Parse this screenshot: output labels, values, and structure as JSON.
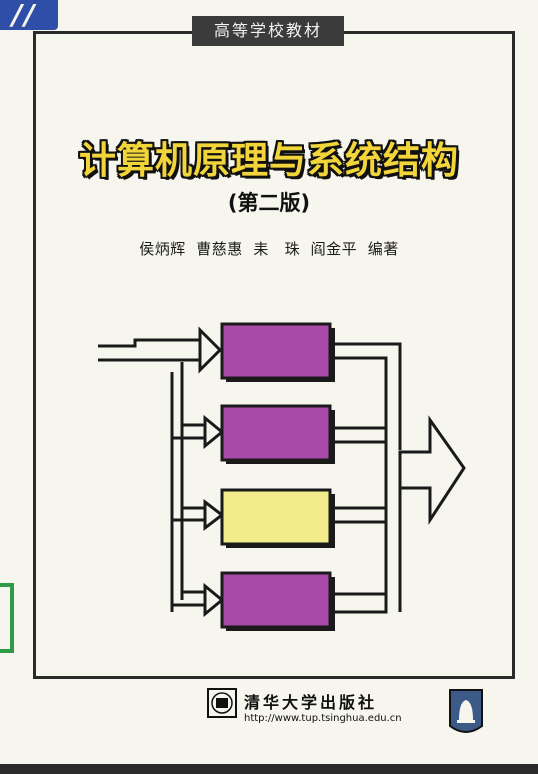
{
  "cover": {
    "series_label": "高等学校教材",
    "title": "计算机原理与系统结构",
    "edition": "(第二版)",
    "authors": "侯炳辉  曹慈惠  耒   珠  阎金平  编著",
    "publisher_name": "清华大学出版社",
    "publisher_url": "http://www.tup.tsinghua.edu.cn",
    "spine_mark": "//"
  },
  "colors": {
    "title_fill": "#f1d53a",
    "purple_block": "#a84ba8",
    "yellow_block": "#f3ec8a",
    "spine_blue": "#2f4ea8",
    "bracket_green": "#2f9a4a"
  },
  "diagram": {
    "blocks": [
      "purple",
      "purple",
      "yellow",
      "purple"
    ]
  }
}
